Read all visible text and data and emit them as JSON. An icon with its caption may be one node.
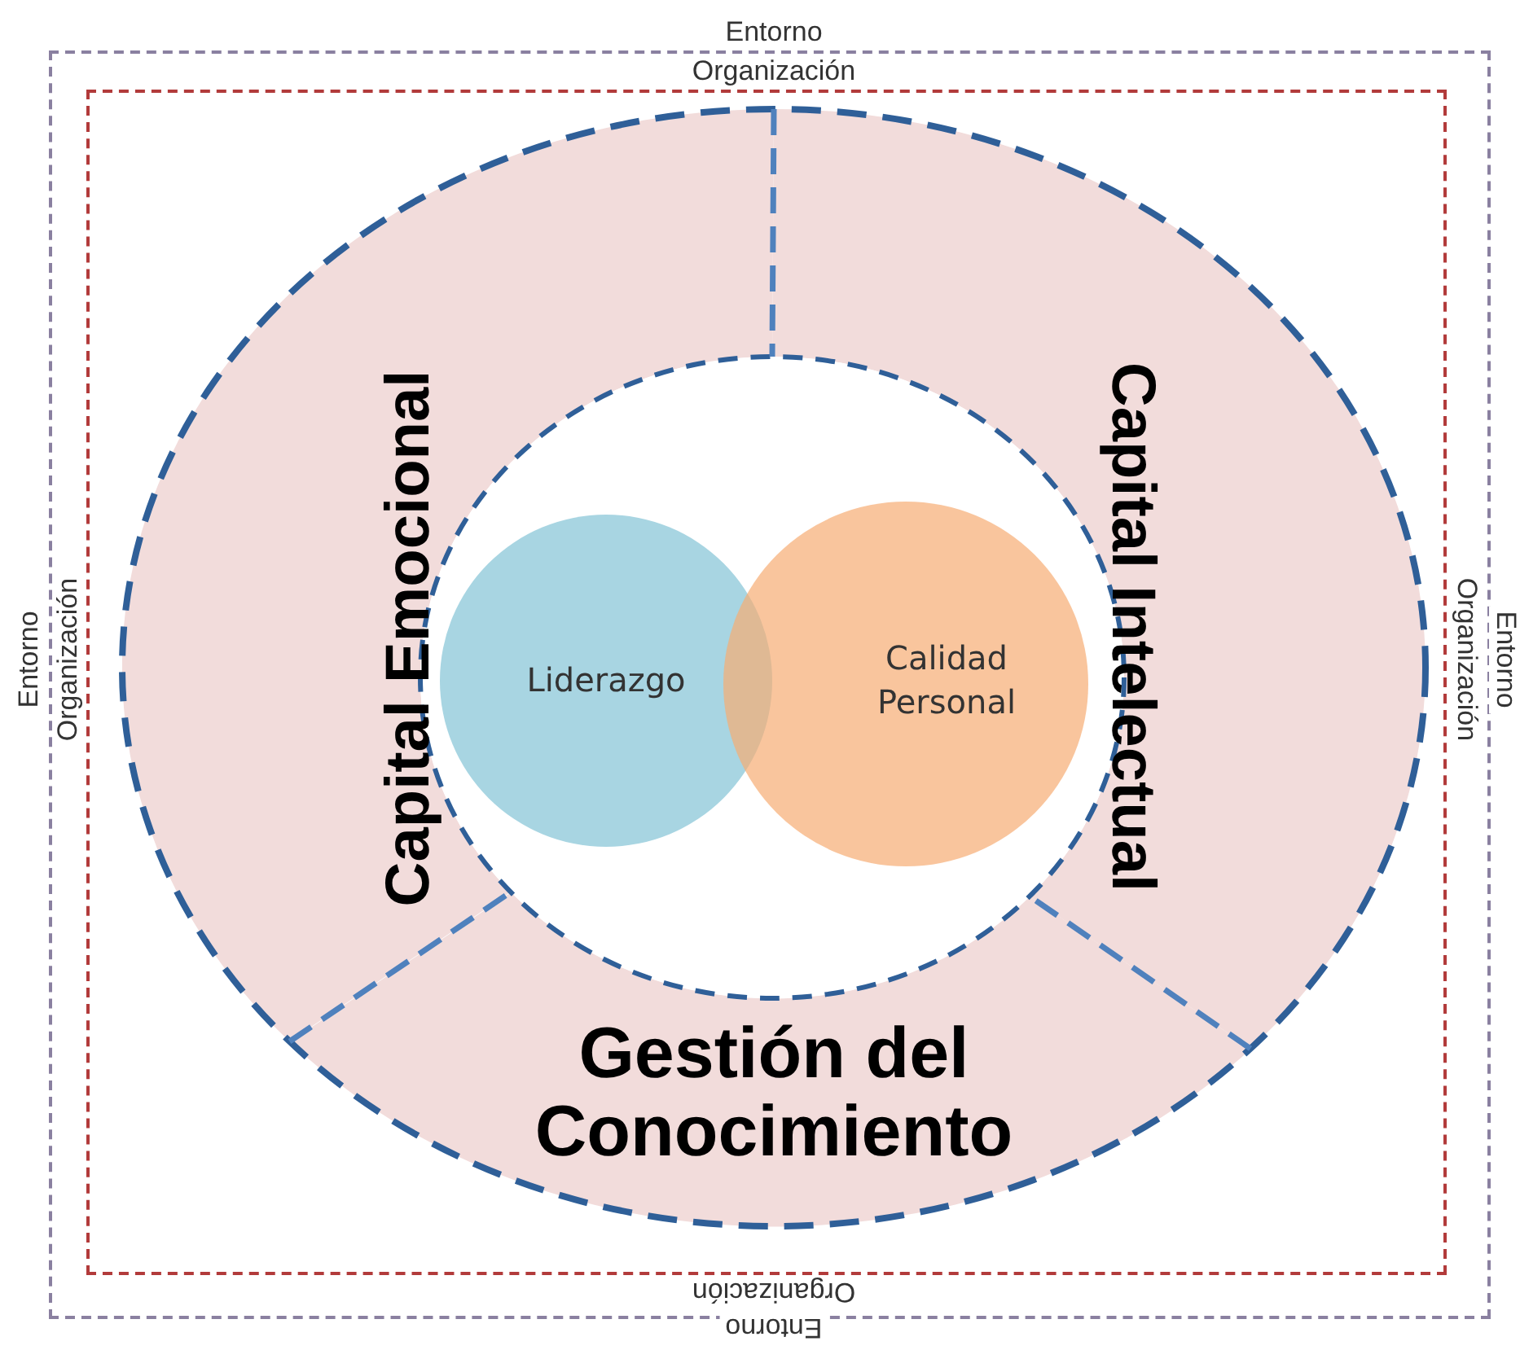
{
  "diagram": {
    "nodes": [
      {
        "text": [
          "Entorno",
          "Entorno",
          "Entorno",
          "Entorno"
        ]
      },
      {
        "text": [
          "Organización",
          "Organización",
          "Organización",
          "Organización"
        ],
        "in": 0
      },
      {
        "text": [
          "Capital Emocional"
        ],
        "in": 1
      },
      {
        "text": [
          "Capital Intelectual"
        ],
        "in": 1
      },
      {
        "text": [
          "Gestión del Conocimiento"
        ],
        "in": 1
      },
      {
        "text": [],
        "shape": "circle",
        "in": 1
      },
      {
        "text": [
          "Liderazgo"
        ],
        "in": 5
      },
      {
        "text": [
          "Calidad Personal"
        ],
        "in": 5
      }
    ]
  }
}
